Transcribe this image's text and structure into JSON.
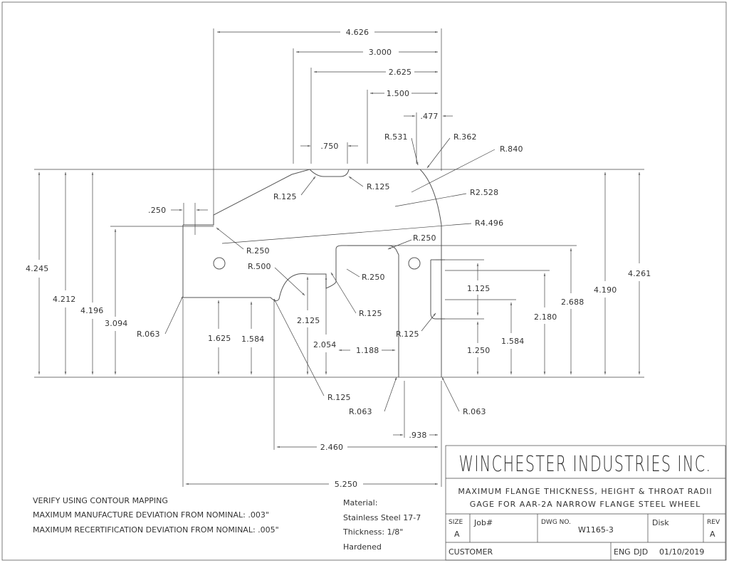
{
  "dimensions": {
    "top": [
      "4.626",
      "3.000",
      "2.625",
      "1.500",
      ".477",
      ".750"
    ],
    "radii": [
      "R.531",
      "R.362",
      "R.840",
      "R.125",
      "R.125",
      "R2.528",
      "R4.496",
      "R.250",
      "R.250",
      "R.500",
      "R.250",
      "R.125",
      "R.125",
      "R.063",
      "R.125",
      "R.063",
      "R.063"
    ],
    "left": [
      ".250",
      "4.245",
      "4.212",
      "4.196",
      "3.094"
    ],
    "inner": [
      "1.625",
      "1.584",
      "2.125",
      "2.054",
      "1.188",
      "1.125",
      "1.250",
      "1.584",
      "2.180",
      "2.688",
      "4.190",
      "4.261"
    ],
    "bottom": [
      "2.460",
      ".938",
      "5.250"
    ]
  },
  "notes": [
    "VERIFY USING CONTOUR MAPPING",
    "MAXIMUM MANUFACTURE DEVIATION FROM NOMINAL: .003\"",
    "MAXIMUM RECERTIFICATION DEVIATION FROM NOMINAL: .005\""
  ],
  "material": [
    "Material:",
    "Stainless Steel 17-7",
    "Thickness: 1/8\"",
    "Hardened"
  ],
  "title_block": {
    "company": "WINCHESTER INDUSTRIES INC.",
    "description_1": "MAXIMUM FLANGE THICKNESS, HEIGHT & THROAT RADII",
    "description_2": "GAGE FOR AAR-2A NARROW FLANGE STEEL WHEEL",
    "size_label": "SIZE",
    "size_value": "A",
    "job_label": "Job#",
    "dwg_label": "DWG NO.",
    "dwg_value": "W1165-3",
    "disk_label": "Disk",
    "rev_label": "REV",
    "rev_value": "A",
    "customer_label": "CUSTOMER",
    "eng_label": "ENG",
    "eng_value": "DJD",
    "date": "01/10/2019"
  }
}
